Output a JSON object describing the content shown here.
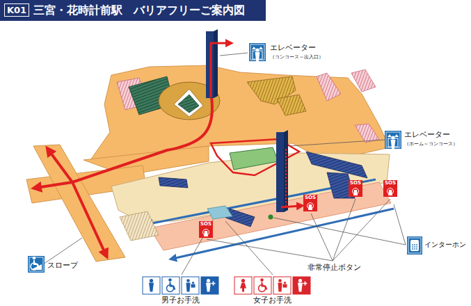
{
  "diagram": {
    "title": "三宮・花時計前駅　バリアフリーご案内図",
    "nodes": [
      {
        "text": [
          "K01"
        ]
      },
      {
        "text": [
          "SOS"
        ]
      },
      {
        "text": [
          "SOS"
        ]
      },
      {
        "text": [
          "SOS"
        ]
      },
      {
        "text": [
          "SOS"
        ]
      }
    ],
    "labels": [
      "エレベーター",
      "（コンコース～出入口）",
      "エレベーター",
      "（ホーム～コンコース）",
      "インターホン",
      "非常停止ボタン",
      "スロープ",
      "男子お手洗",
      "女子お手洗"
    ]
  }
}
